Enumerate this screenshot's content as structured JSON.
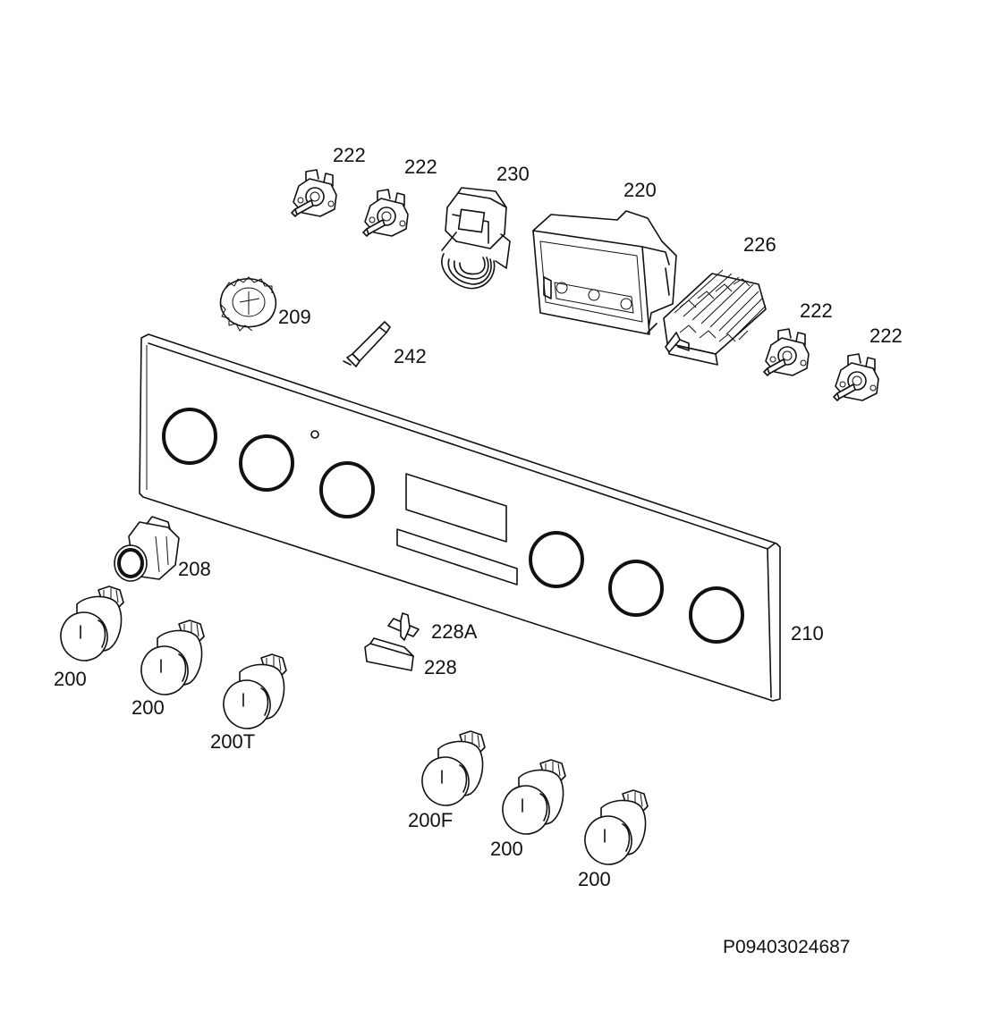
{
  "reference_code": "P09403024687",
  "labels": {
    "sw_222_a": "222",
    "sw_222_b": "222",
    "thermostat_230": "230",
    "timer_220": "220",
    "selector_226": "226",
    "sw_222_c": "222",
    "sw_222_d": "222",
    "lamp_209": "209",
    "igniter_242": "242",
    "panel_210": "210",
    "button_208": "208",
    "hinge_228a": "228A",
    "insert_228": "228",
    "knob_1": "200",
    "knob_2": "200",
    "knob_3": "200T",
    "knob_4": "200F",
    "knob_5": "200",
    "knob_6": "200"
  }
}
